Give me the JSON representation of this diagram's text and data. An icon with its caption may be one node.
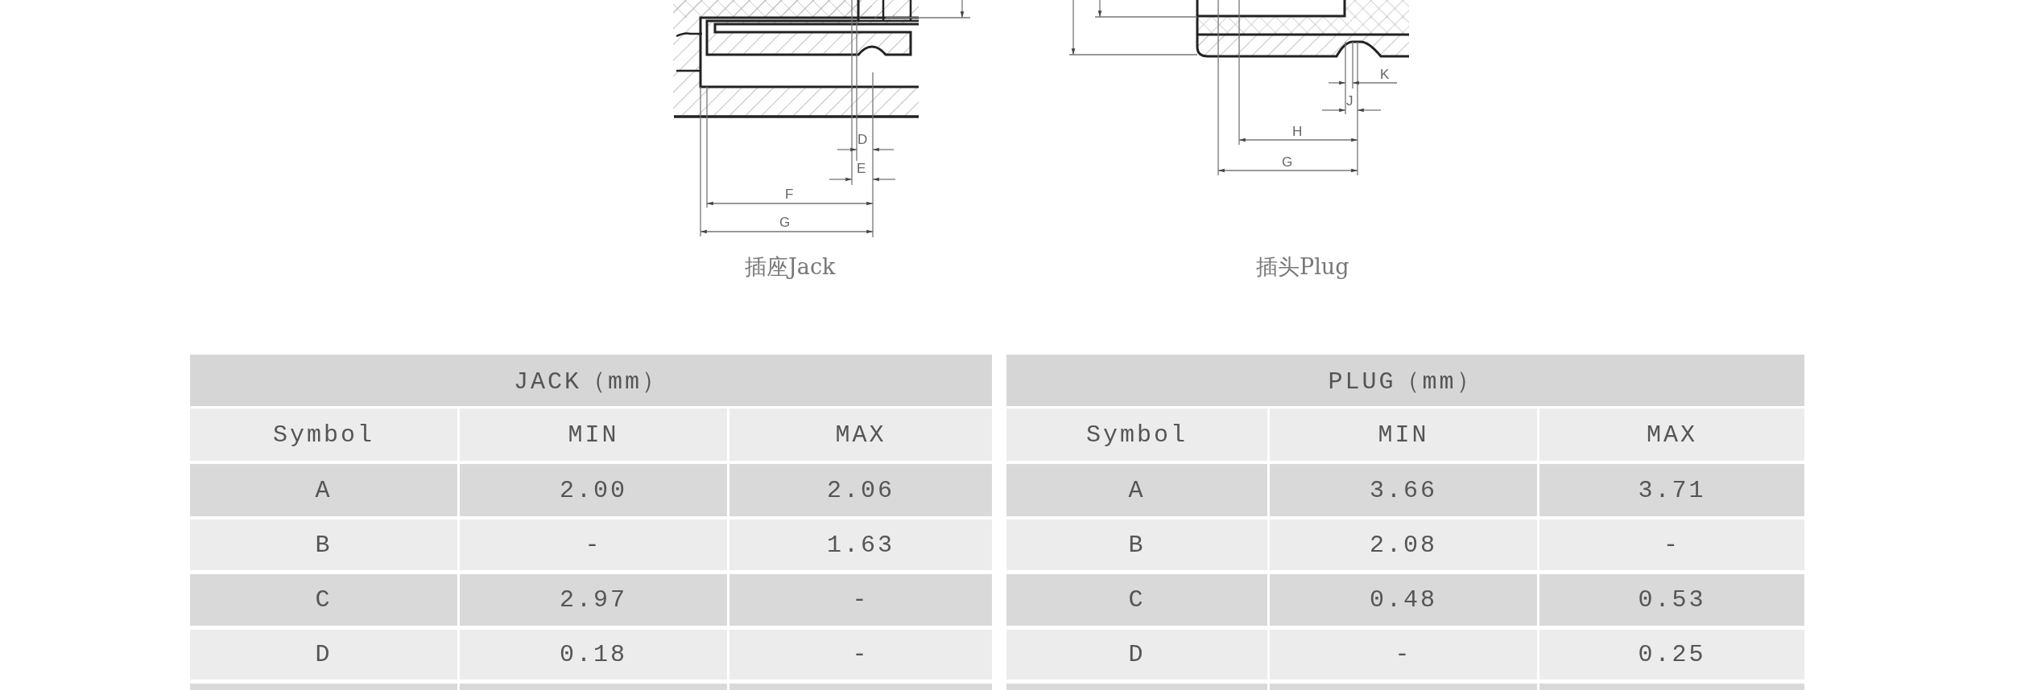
{
  "diagram": {
    "labels": [
      "D",
      "E",
      "F",
      "G",
      "插座Jack",
      "K",
      "J",
      "H",
      "G",
      "插头Plug",
      "JACK（mm）",
      "Symbol",
      "MIN",
      "MAX",
      "A",
      "2.00",
      "2.06",
      "B",
      "-",
      "1.63",
      "C",
      "2.97",
      "-",
      "D",
      "0.18",
      "-",
      "PLUG（mm）",
      "Symbol",
      "MIN",
      "MAX",
      "A",
      "3.66",
      "3.71",
      "B",
      "2.08",
      "-",
      "C",
      "0.48",
      "0.53",
      "D",
      "-",
      "0.25"
    ]
  }
}
